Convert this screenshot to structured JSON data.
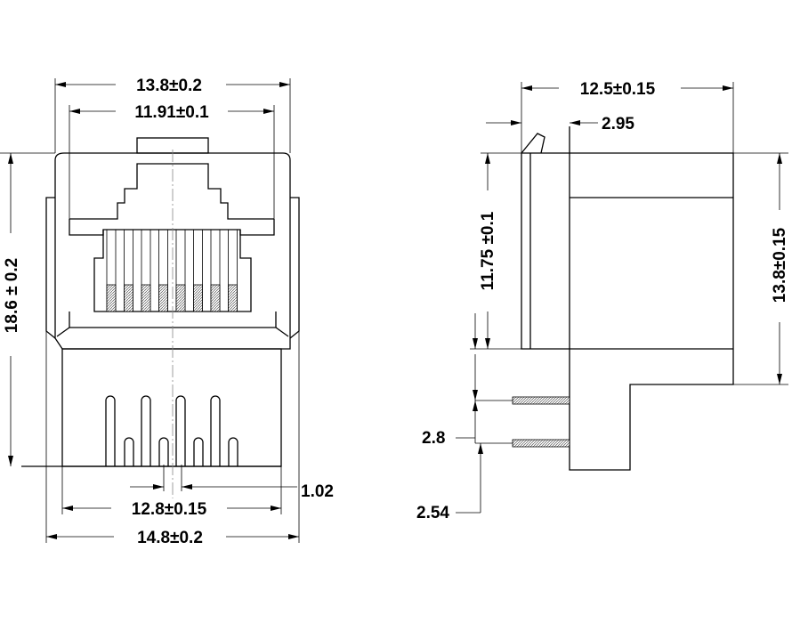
{
  "front_view": {
    "dim_top_outer": "13.8±0.2",
    "dim_top_inner": "11.91±0.1",
    "dim_height": "18.6 ± 0.2",
    "dim_bottom_inner": "12.8±0.15",
    "dim_bottom_outer": "14.8±0.2",
    "dim_pin_pitch": "1.02"
  },
  "side_view": {
    "dim_depth": "12.5±0.15",
    "dim_latch": "2.95",
    "dim_left_height": "11.75 ±0.1",
    "dim_right_height": "13.8±0.15",
    "dim_row_spacing": "2.8",
    "dim_pin_spacing": "2.54"
  }
}
